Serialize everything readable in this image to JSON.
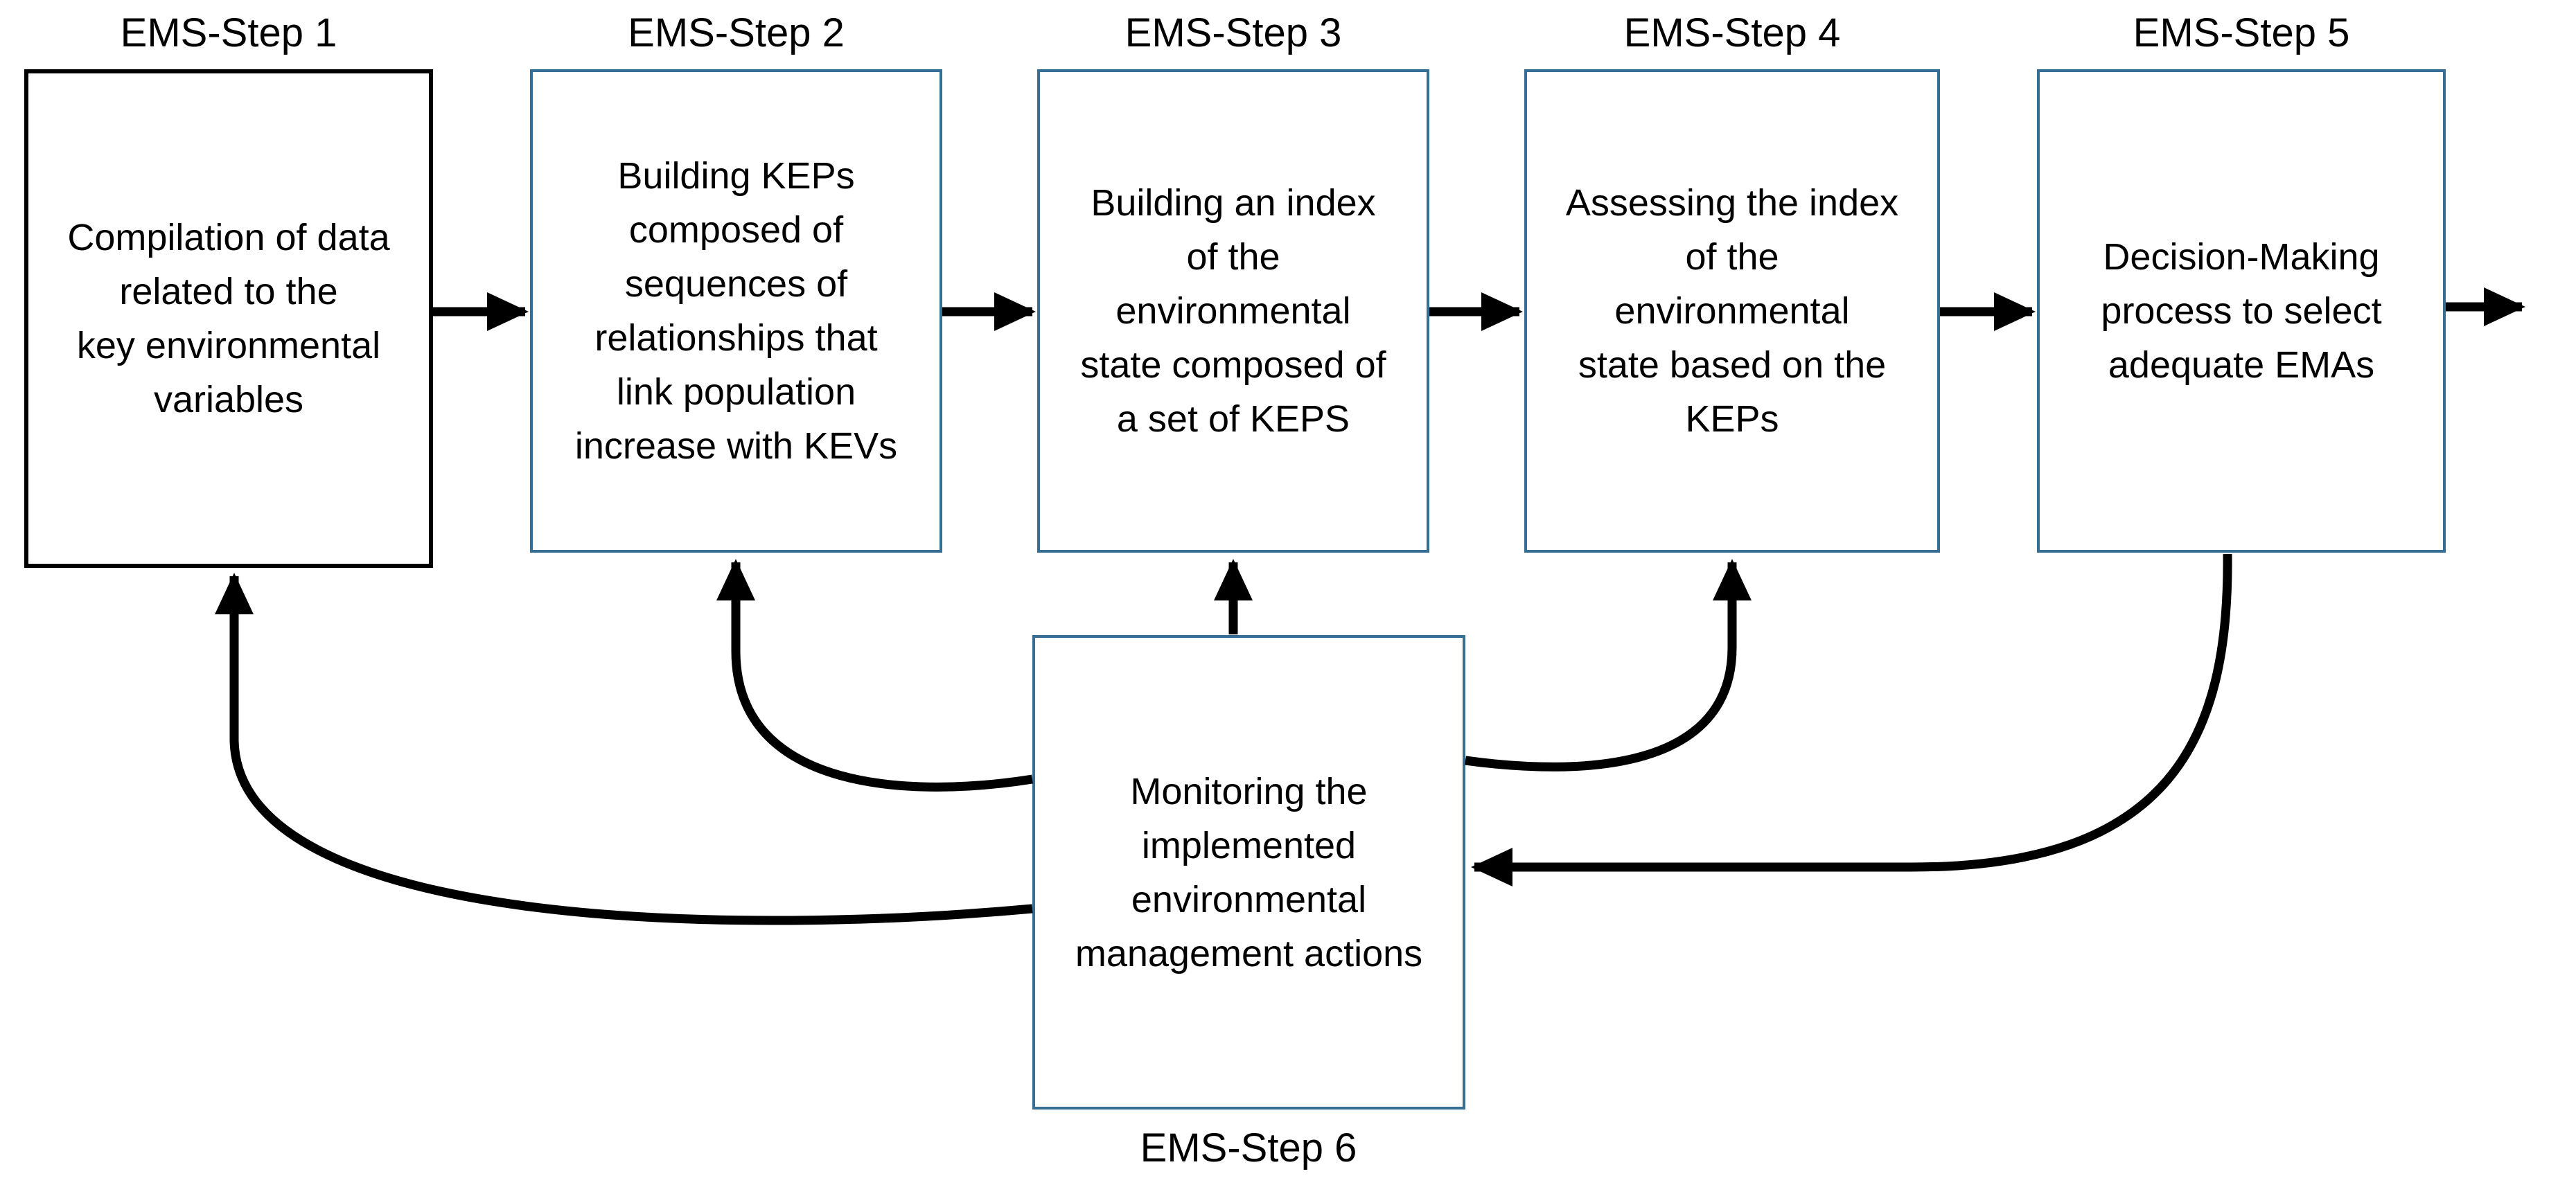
{
  "diagram": {
    "steps": [
      {
        "label": "EMS-Step 1",
        "text": "Compilation of data\nrelated to the\nkey environmental\nvariables"
      },
      {
        "label": "EMS-Step 2",
        "text": "Building KEPs\ncomposed of\nsequences of\nrelationships that\nlink population\nincrease with KEVs"
      },
      {
        "label": "EMS-Step 3",
        "text": "Building an index\nof the\nenvironmental\nstate composed of\na set of KEPS"
      },
      {
        "label": "EMS-Step 4",
        "text": "Assessing the index\nof the\nenvironmental\nstate based on the\nKEPs"
      },
      {
        "label": "EMS-Step 5",
        "text": "Decision-Making\nprocess to select\nadequate EMAs"
      },
      {
        "label": "EMS-Step 6",
        "text": "Monitoring the\nimplemented\nenvironmental\nmanagement actions"
      }
    ],
    "connections": [
      {
        "from": "EMS-Step 1",
        "to": "EMS-Step 2",
        "type": "forward"
      },
      {
        "from": "EMS-Step 2",
        "to": "EMS-Step 3",
        "type": "forward"
      },
      {
        "from": "EMS-Step 3",
        "to": "EMS-Step 4",
        "type": "forward"
      },
      {
        "from": "EMS-Step 4",
        "to": "EMS-Step 5",
        "type": "forward"
      },
      {
        "from": "EMS-Step 5",
        "to": "output",
        "type": "forward"
      },
      {
        "from": "EMS-Step 5",
        "to": "EMS-Step 6",
        "type": "feedback"
      },
      {
        "from": "EMS-Step 6",
        "to": "EMS-Step 1",
        "type": "feedback"
      },
      {
        "from": "EMS-Step 6",
        "to": "EMS-Step 2",
        "type": "feedback"
      },
      {
        "from": "EMS-Step 6",
        "to": "EMS-Step 3",
        "type": "feedback"
      },
      {
        "from": "EMS-Step 6",
        "to": "EMS-Step 4",
        "type": "feedback"
      }
    ],
    "colors": {
      "box_border": "#366F93",
      "step1_border": "#000000",
      "arrow": "#000000",
      "text": "#000000"
    }
  }
}
